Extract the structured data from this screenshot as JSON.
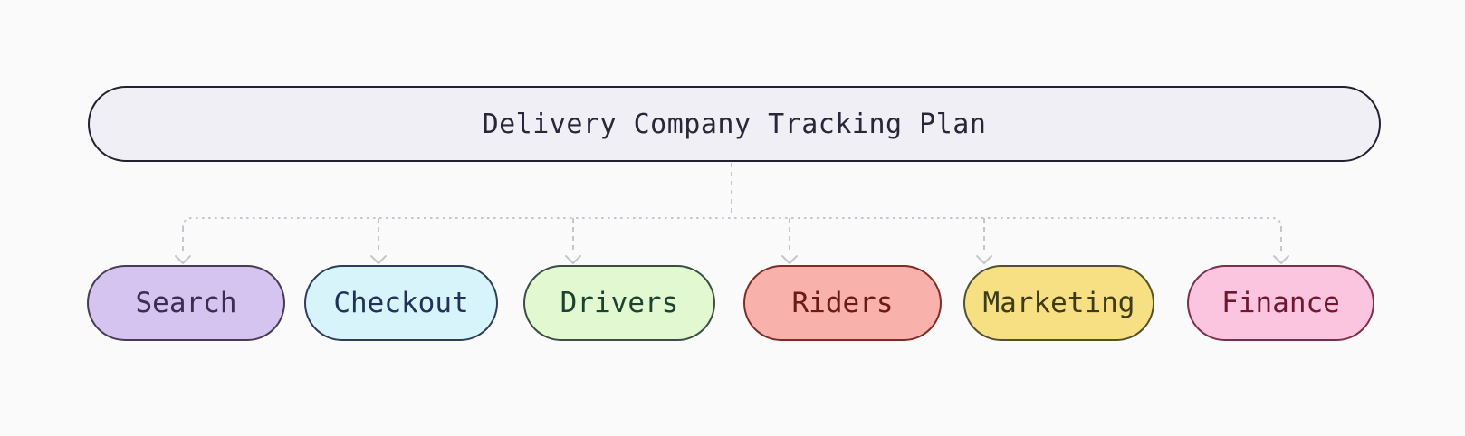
{
  "diagram": {
    "title": "Delivery Company Tracking Plan",
    "background": "#fafafa",
    "connector_color": "#c6c5cf",
    "connector_style": "dashed",
    "root": {
      "label": "Delivery Company Tracking Plan",
      "fill": "#f1eff6",
      "border": "#24202f",
      "text_color": "#2a2638"
    },
    "nodes": [
      {
        "id": "search",
        "label": "Search",
        "fill": "#d5c3f0",
        "border": "#463c56",
        "text_color": "#3c2e50"
      },
      {
        "id": "checkout",
        "label": "Checkout",
        "fill": "#d8f4fb",
        "border": "#2e3d58",
        "text_color": "#22315a"
      },
      {
        "id": "drivers",
        "label": "Drivers",
        "fill": "#e2f8d1",
        "border": "#3a4f42",
        "text_color": "#1d4230"
      },
      {
        "id": "riders",
        "label": "Riders",
        "fill": "#f8b2ab",
        "border": "#7d2d26",
        "text_color": "#6b1a15"
      },
      {
        "id": "marketing",
        "label": "Marketing",
        "fill": "#f7e084",
        "border": "#55502c",
        "text_color": "#3f3b15"
      },
      {
        "id": "finance",
        "label": "Finance",
        "fill": "#fbc5e0",
        "border": "#7c2f49",
        "text_color": "#6f1830"
      }
    ],
    "edges": [
      {
        "from": "root",
        "to": "search"
      },
      {
        "from": "root",
        "to": "checkout"
      },
      {
        "from": "root",
        "to": "drivers"
      },
      {
        "from": "root",
        "to": "riders"
      },
      {
        "from": "root",
        "to": "marketing"
      },
      {
        "from": "root",
        "to": "finance"
      }
    ]
  }
}
